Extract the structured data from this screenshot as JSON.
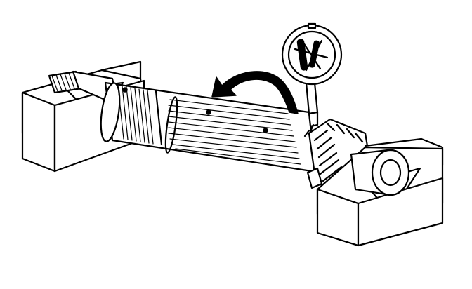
{
  "colors": {
    "ink": "#000000",
    "paper": "#ffffff"
  },
  "parts": {
    "left_v_block": "v-block",
    "right_v_block": "v-block",
    "shaft": "splined-shaft",
    "gear": "pinion-gear",
    "dial_indicator": "dial-indicator",
    "rotation_arrow": "curved-arrow-icon"
  }
}
